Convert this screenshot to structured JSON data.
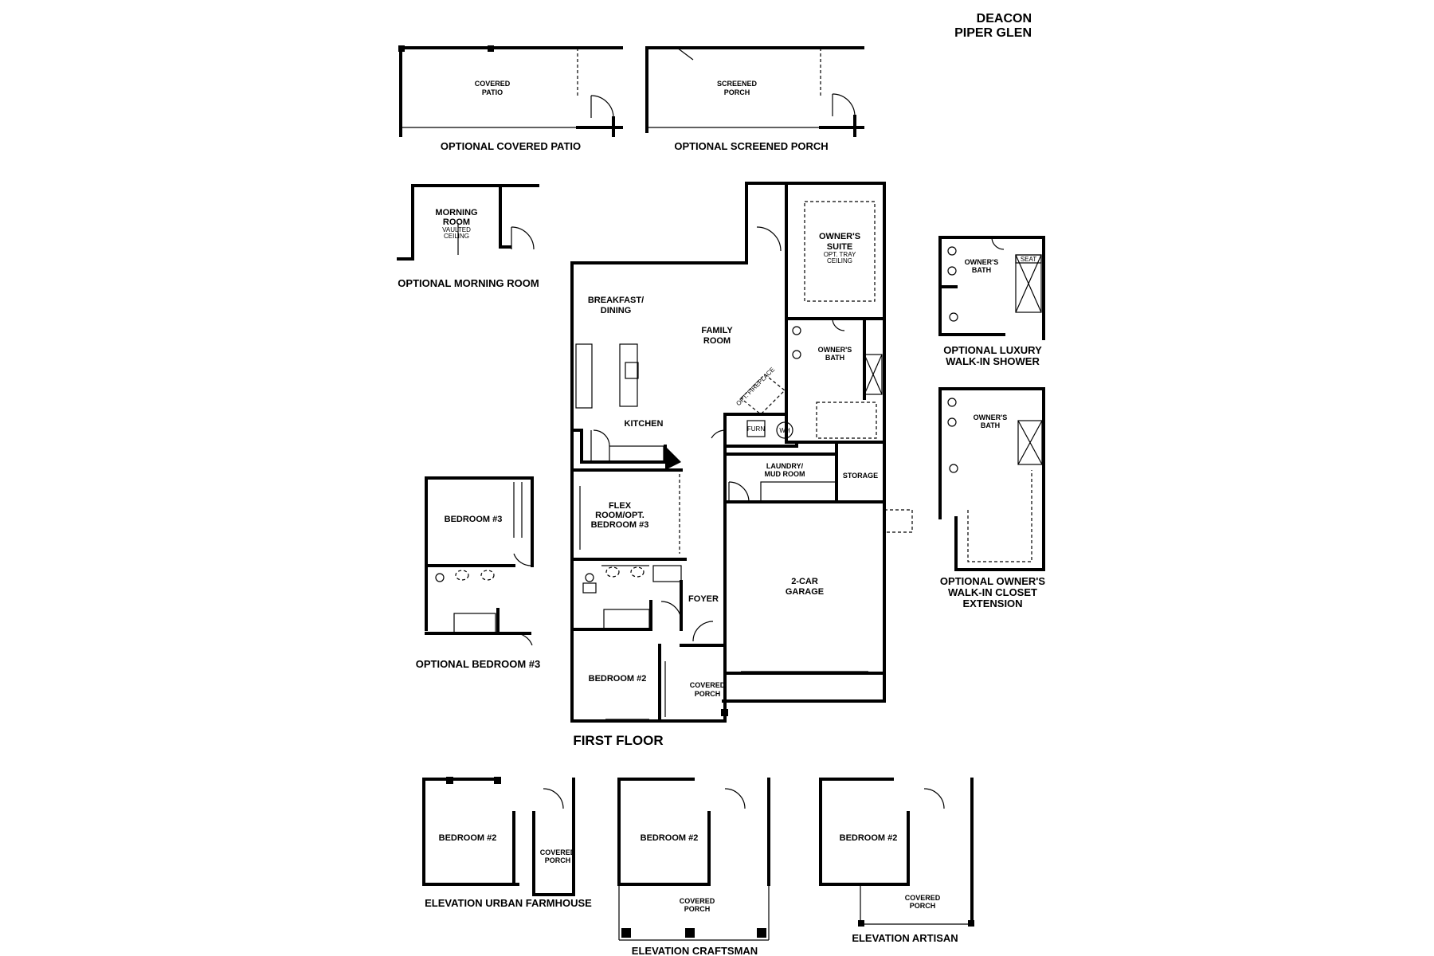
{
  "title": {
    "line1": "DEACON",
    "line2": "PIPER GLEN"
  },
  "captions": {
    "covered_patio": "OPTIONAL COVERED PATIO",
    "screened_porch": "OPTIONAL SCREENED PORCH",
    "morning_room": "OPTIONAL MORNING ROOM",
    "luxury_shower_1": "OPTIONAL LUXURY",
    "luxury_shower_2": "WALK-IN SHOWER",
    "closet_ext_1": "OPTIONAL OWNER'S",
    "closet_ext_2": "WALK-IN CLOSET",
    "closet_ext_3": "EXTENSION",
    "bedroom3": "OPTIONAL BEDROOM #3",
    "first_floor": "FIRST FLOOR",
    "urban_farmhouse": "ELEVATION URBAN FARMHOUSE",
    "craftsman": "ELEVATION CRAFTSMAN",
    "artisan": "ELEVATION ARTISAN"
  },
  "rooms": {
    "covered_patio_1": "COVERED",
    "covered_patio_2": "PATIO",
    "screened_porch_1": "SCREENED",
    "screened_porch_2": "PORCH",
    "morning_1": "MORNING",
    "morning_2": "ROOM",
    "morning_3": "VAULTED",
    "morning_4": "CEILING",
    "owners_suite_1": "OWNER'S",
    "owners_suite_2": "SUITE",
    "owners_suite_3": "OPT. TRAY",
    "owners_suite_4": "CEILING",
    "breakfast_1": "BREAKFAST/",
    "breakfast_2": "DINING",
    "family_1": "FAMILY",
    "family_2": "ROOM",
    "owners_bath_1": "OWNER'S",
    "owners_bath_2": "BATH",
    "opt_fireplace": "OPT. FIREPLACE",
    "kitchen": "KITCHEN",
    "furn": "FURN",
    "wh": "WH",
    "laundry_1": "LAUNDRY/",
    "laundry_2": "MUD ROOM",
    "storage": "STORAGE",
    "flex_1": "FLEX",
    "flex_2": "ROOM/OPT.",
    "flex_3": "BEDROOM #3",
    "foyer": "FOYER",
    "garage_1": "2-CAR",
    "garage_2": "GARAGE",
    "bedroom2": "BEDROOM #2",
    "covered_porch_1": "COVERED",
    "covered_porch_2": "PORCH",
    "bedroom3": "BEDROOM #3",
    "seat": "SEAT"
  }
}
